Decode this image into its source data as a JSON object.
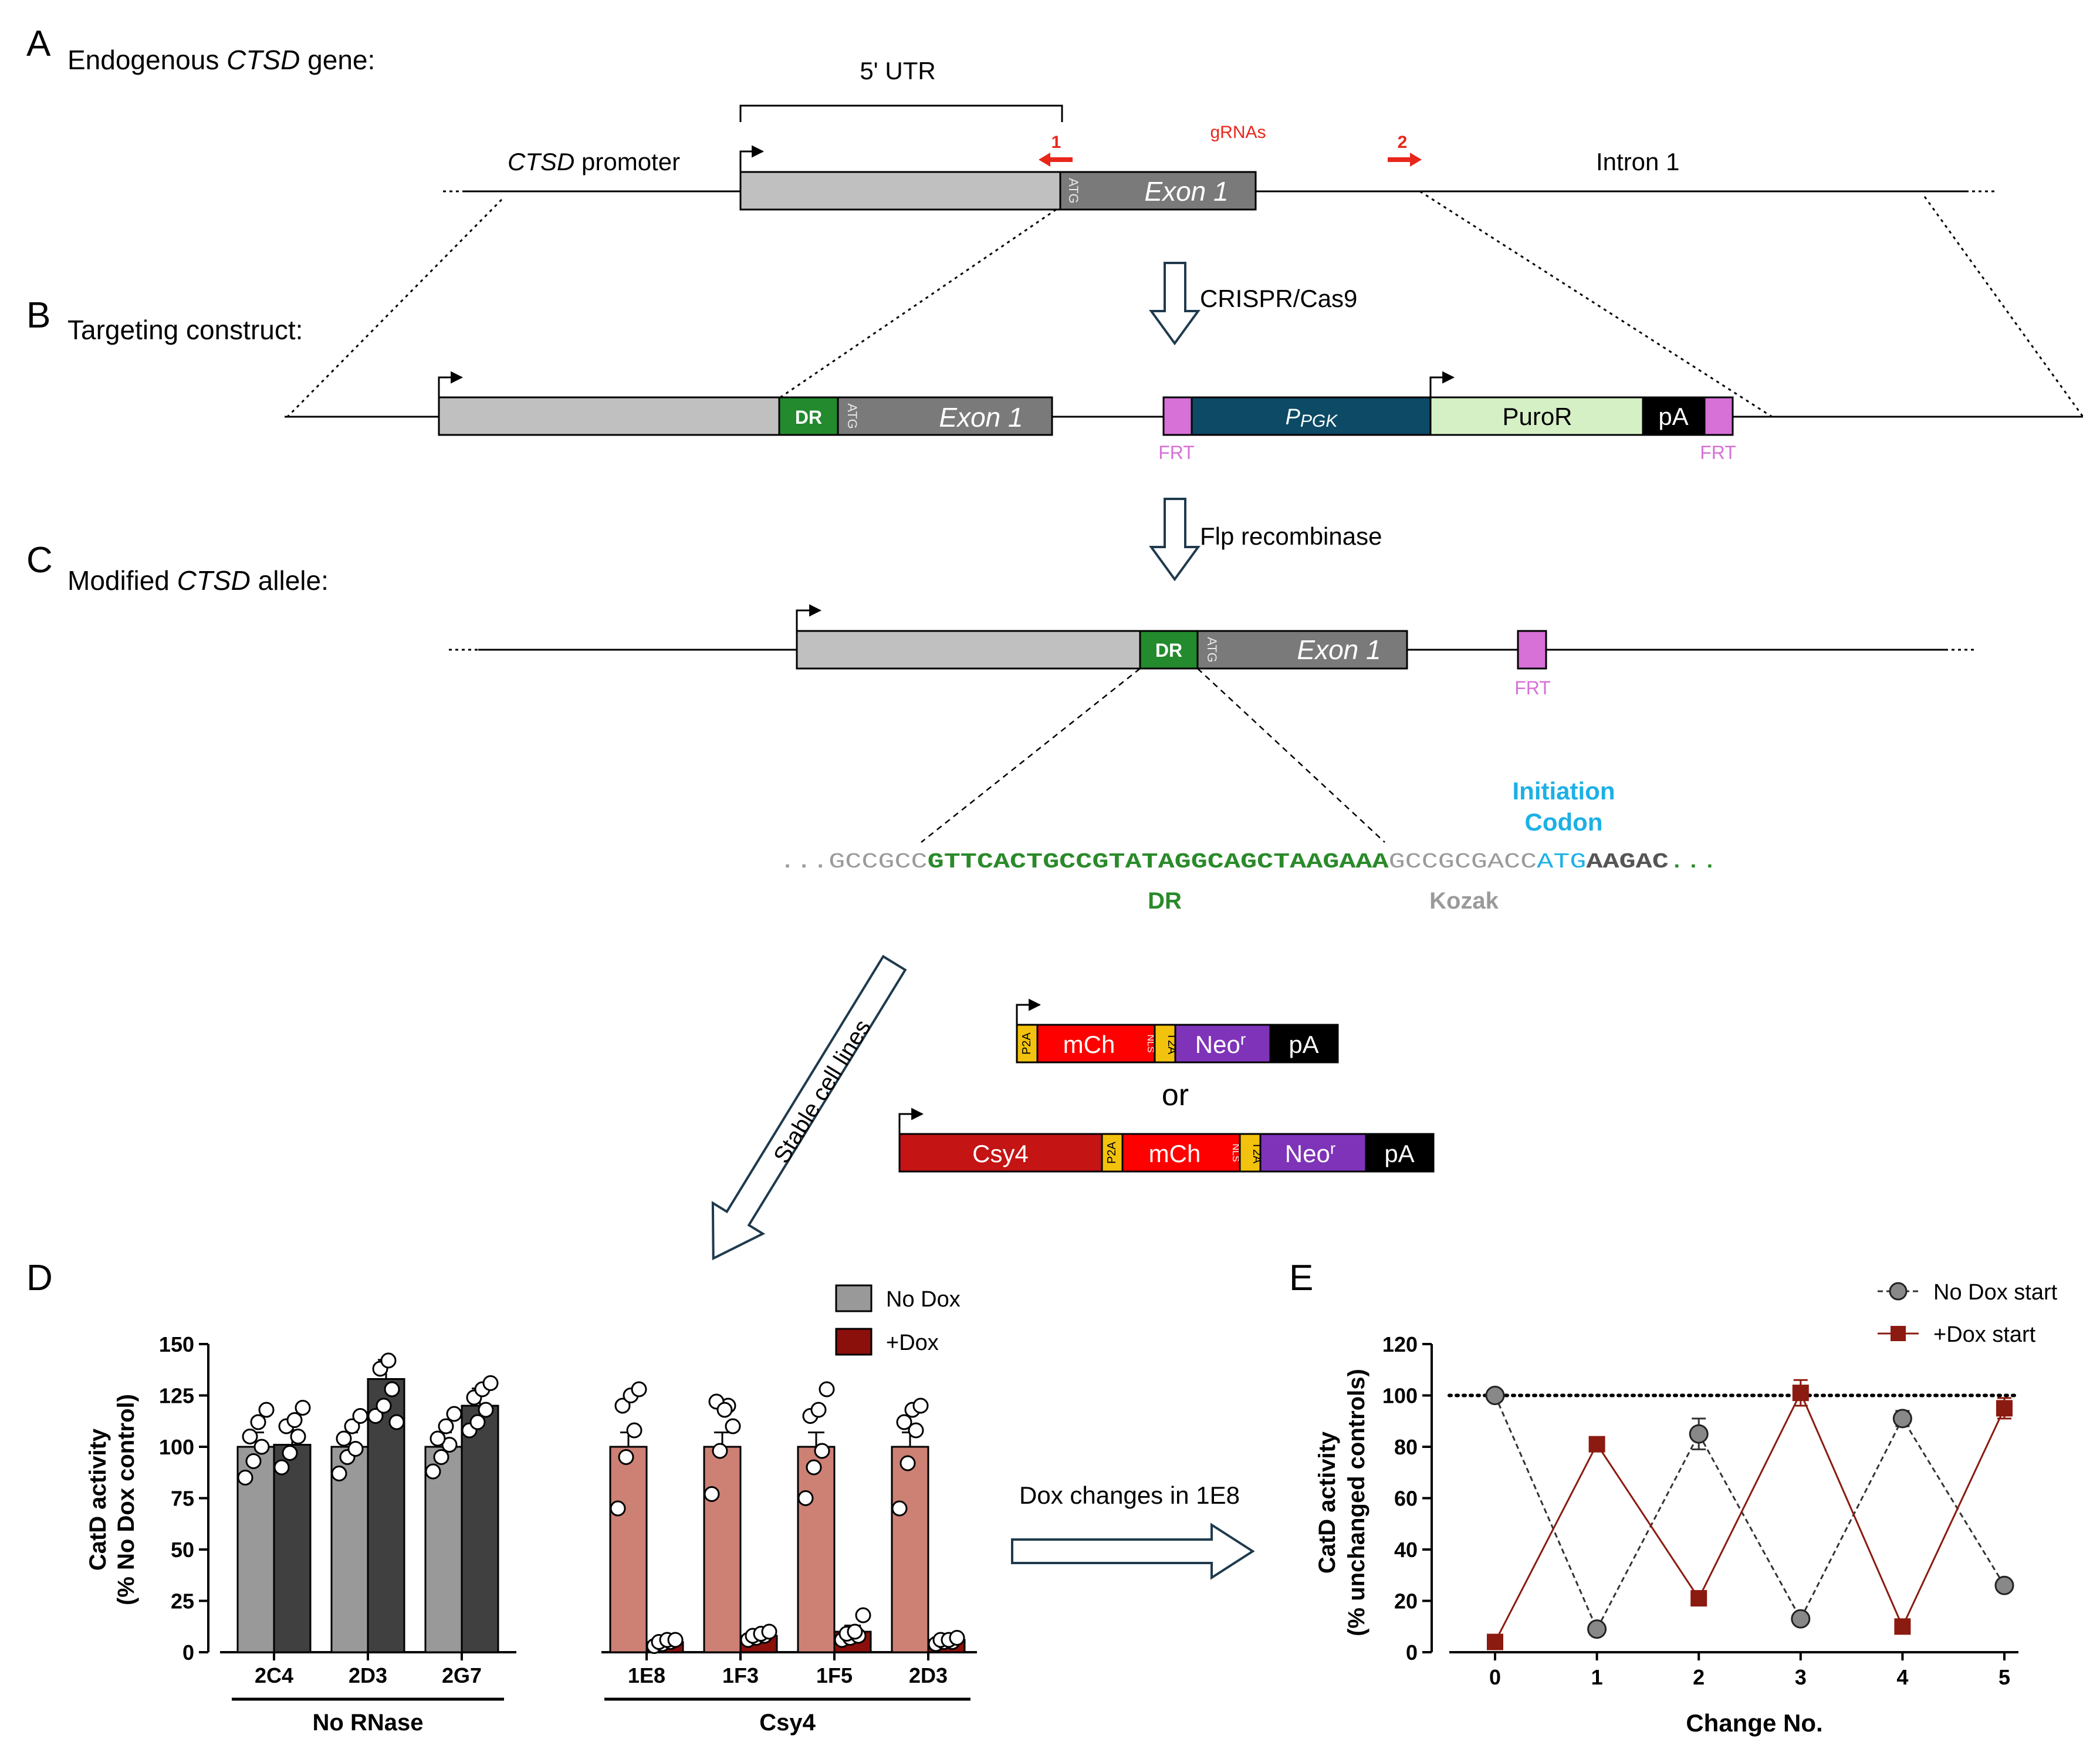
{
  "panels": {
    "a": {
      "letter": "A",
      "title_pre": "Endogenous ",
      "title_gene": "CTSD",
      "title_post": " gene:",
      "utr_label": "5' UTR",
      "promoter_gene": "CTSD",
      "promoter_label": " promoter",
      "intron_label": "Intron 1",
      "exon_label": "Exon 1",
      "atg": "ATG",
      "grnas_label": "gRNAs",
      "grna1": "1",
      "grna2": "2"
    },
    "b": {
      "letter": "B",
      "title": "Targeting construct:",
      "arrow_label": "CRISPR/Cas9",
      "dr": "DR",
      "atg": "ATG",
      "exon_label": "Exon 1",
      "frt": "FRT",
      "ppgk_p": "P",
      "ppgk_sub": "PGK",
      "puror": "PuroR",
      "pa": "pA"
    },
    "c": {
      "letter": "C",
      "title_pre": "Modified ",
      "title_gene": "CTSD",
      "title_post": " allele:",
      "arrow_label": "Flp recombinase",
      "dr": "DR",
      "atg": "ATG",
      "exon_label": "Exon 1",
      "frt": "FRT",
      "seq_lead": "...",
      "seq_gray1": "GCCGCC",
      "seq_dr": "GTTCACTGCCGTATAGGCAGCTAAGAAA",
      "seq_kozak": "GCCGCGACC",
      "seq_atg": "ATG",
      "seq_after": "AAGAC",
      "seq_trail": "...",
      "label_dr": "DR",
      "label_kozak": "Kozak",
      "label_init1": "Initiation",
      "label_init2": "Codon"
    },
    "constructs": {
      "stable_label": "Stable cell lines",
      "or_label": "or",
      "p2a": "P2A",
      "mch": "mCh",
      "nls": "NLS",
      "t2a": "T2A",
      "neo": "Neo",
      "neo_sup": "r",
      "pa": "pA",
      "csy4": "Csy4"
    },
    "d": {
      "letter": "D",
      "link_label": "Dox changes in 1E8"
    },
    "e": {
      "letter": "E"
    }
  },
  "chart_data": [
    {
      "panel": "D",
      "type": "bar",
      "ylabel_line1": "CatD activity",
      "ylabel_line2": "(% No Dox control)",
      "ylim": [
        0,
        150
      ],
      "yticks": [
        "0",
        "25",
        "50",
        "75",
        "100",
        "125",
        "150"
      ],
      "legend": [
        {
          "name": "No Dox",
          "color": "#999999"
        },
        {
          "name": "+Dox",
          "color": "#8b0f0b"
        }
      ],
      "legend_position": "top-right",
      "groups": [
        {
          "name": "No RNase",
          "categories": [
            "2C4",
            "2D3",
            "2G7"
          ],
          "nodox": [
            100,
            100,
            100
          ],
          "dox": [
            101,
            133,
            120
          ],
          "nodox_color": "#999999",
          "dox_color": "#404040"
        },
        {
          "name": "Csy4",
          "categories": [
            "1E8",
            "1F3",
            "1F5",
            "2D3"
          ],
          "nodox": [
            100,
            100,
            100,
            100
          ],
          "dox": [
            5,
            8,
            10,
            6
          ],
          "nodox_color": "#cd8074",
          "dox_color": "#8b0f0b"
        }
      ],
      "points_nodox": [
        [
          85,
          93,
          100,
          105,
          112,
          118
        ],
        [
          87,
          95,
          99,
          104,
          110,
          115
        ],
        [
          88,
          95,
          101,
          104,
          110,
          116
        ],
        [
          70,
          95,
          108,
          120,
          125,
          128
        ],
        [
          77,
          98,
          120,
          122,
          118,
          110
        ],
        [
          75,
          90,
          98,
          115,
          118,
          128
        ],
        [
          70,
          92,
          108,
          112,
          118,
          120
        ]
      ],
      "points_dox": [
        [
          90,
          97,
          105,
          110,
          113,
          119
        ],
        [
          115,
          120,
          128,
          138,
          142,
          112
        ],
        [
          108,
          112,
          118,
          124,
          128,
          131
        ],
        [
          3,
          4,
          5,
          5,
          6,
          6
        ],
        [
          6,
          7,
          8,
          8,
          9,
          10
        ],
        [
          6,
          7,
          8,
          9,
          10,
          18
        ],
        [
          4,
          5,
          5,
          6,
          6,
          7
        ]
      ]
    },
    {
      "panel": "E",
      "type": "line",
      "xlabel": "Change No.",
      "ylabel_line1": "CatD activity",
      "ylabel_line2": "(% unchanged controls)",
      "x": [
        0,
        1,
        2,
        3,
        4,
        5
      ],
      "xticks": [
        "0",
        "1",
        "2",
        "3",
        "4",
        "5"
      ],
      "ylim": [
        0,
        120
      ],
      "yticks": [
        "0",
        "20",
        "40",
        "60",
        "80",
        "100",
        "120"
      ],
      "reference_line": 100,
      "legend_position": "top-right",
      "series": [
        {
          "name": "No Dox start",
          "color": "#888888",
          "line_color": "#333333",
          "marker": "circle",
          "values": [
            100,
            9,
            85,
            13,
            91,
            26
          ],
          "err": [
            0,
            0,
            6,
            0,
            3,
            0
          ]
        },
        {
          "name": "+Dox start",
          "color": "#8b1a10",
          "line_color": "#8b1a10",
          "marker": "square",
          "values": [
            4,
            81,
            21,
            101,
            10,
            95
          ],
          "err": [
            0,
            0,
            0,
            5,
            0,
            4
          ]
        }
      ]
    }
  ]
}
